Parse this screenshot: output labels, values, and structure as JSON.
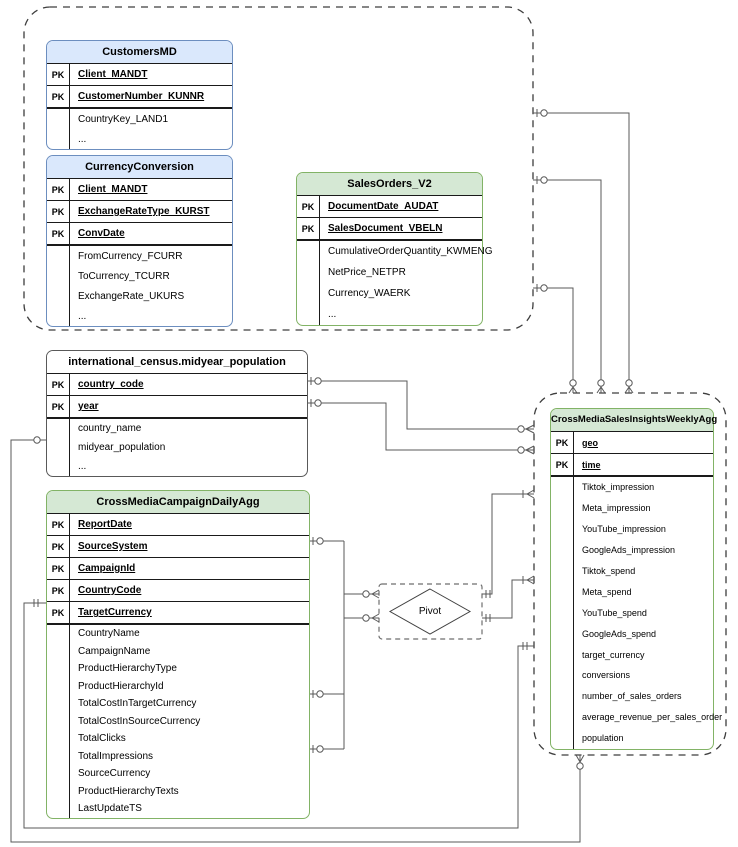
{
  "diagram": {
    "pivot_label": "Pivot",
    "colors": {
      "blue_fill": "#dae8fc",
      "blue_border": "#6c8ebf",
      "green_fill": "#d5e8d4",
      "green_border": "#82b366",
      "plain_fill": "#ffffff",
      "line": "#595959"
    },
    "tables": [
      {
        "id": "customersmd",
        "title": "CustomersMD",
        "theme": "blue",
        "pk_rows": [
          {
            "key": "PK",
            "name": "Client_MANDT"
          },
          {
            "key": "PK",
            "name": "CustomerNumber_KUNNR"
          }
        ],
        "rows": [
          "CountryKey_LAND1",
          "..."
        ]
      },
      {
        "id": "currencyconversion",
        "title": "CurrencyConversion",
        "theme": "blue",
        "pk_rows": [
          {
            "key": "PK",
            "name": "Client_MANDT"
          },
          {
            "key": "PK",
            "name": "ExchangeRateType_KURST"
          },
          {
            "key": "PK",
            "name": "ConvDate"
          }
        ],
        "rows": [
          "FromCurrency_FCURR",
          "ToCurrency_TCURR",
          "ExchangeRate_UKURS",
          "..."
        ]
      },
      {
        "id": "salesorders-v2",
        "title": "SalesOrders_V2",
        "theme": "green",
        "pk_rows": [
          {
            "key": "PK",
            "name": "DocumentDate_AUDAT"
          },
          {
            "key": "PK",
            "name": "SalesDocument_VBELN"
          }
        ],
        "rows": [
          "CumulativeOrderQuantity_KWMENG",
          "NetPrice_NETPR",
          "Currency_WAERK",
          "..."
        ]
      },
      {
        "id": "midyear-population",
        "title": "international_census.midyear_population",
        "theme": "plain",
        "pk_rows": [
          {
            "key": "PK",
            "name": "country_code"
          },
          {
            "key": "PK",
            "name": "year"
          }
        ],
        "rows": [
          "country_name",
          "midyear_population",
          "..."
        ]
      },
      {
        "id": "campaign-daily-agg",
        "title": "CrossMediaCampaignDailyAgg",
        "theme": "green",
        "pk_rows": [
          {
            "key": "PK",
            "name": "ReportDate"
          },
          {
            "key": "PK",
            "name": "SourceSystem"
          },
          {
            "key": "PK",
            "name": "CampaignId"
          },
          {
            "key": "PK",
            "name": "CountryCode"
          },
          {
            "key": "PK",
            "name": "TargetCurrency"
          }
        ],
        "rows": [
          "CountryName",
          "CampaignName",
          "ProductHierarchyType",
          "ProductHierarchyId",
          "TotalCostInTargetCurrency",
          "TotalCostInSourceCurrency",
          "TotalClicks",
          "TotalImpressions",
          "SourceCurrency",
          "ProductHierarchyTexts",
          "LastUpdateTS"
        ]
      },
      {
        "id": "sales-insights-weekly-agg",
        "title": "CrossMediaSalesInsightsWeeklyAgg",
        "theme": "green",
        "pk_rows": [
          {
            "key": "PK",
            "name": "geo"
          },
          {
            "key": "PK",
            "name": "time"
          }
        ],
        "rows": [
          "Tiktok_impression",
          "Meta_impression",
          "YouTube_impression",
          "GoogleAds_impression",
          "Tiktok_spend",
          "Meta_spend",
          "YouTube_spend",
          "GoogleAds_spend",
          "target_currency",
          "conversions",
          "number_of_sales_orders",
          "average_revenue_per_sales_order",
          "population"
        ]
      }
    ],
    "relationships": [
      {
        "from": "midyear_population.country_code",
        "to": "CrossMediaSalesInsightsWeeklyAgg",
        "from_end": "one-or-zero",
        "to_end": "zero-or-many"
      },
      {
        "from": "midyear_population.year",
        "to": "CrossMediaSalesInsightsWeeklyAgg",
        "from_end": "one-or-zero",
        "to_end": "zero-or-many"
      },
      {
        "from": "midyear_population",
        "to": "CrossMediaSalesInsightsWeeklyAgg.population",
        "from_end": "zero-or-one",
        "to_end": "zero-or-many"
      },
      {
        "from": "CrossMediaCampaignDailyAgg.SourceSystem",
        "to": "Pivot",
        "from_end": "one-or-zero",
        "to_end": "zero-or-many"
      },
      {
        "from": "CrossMediaCampaignDailyAgg.TotalCostInTargetCurrency",
        "to": "Pivot",
        "from_end": "one-or-zero",
        "to_end": "zero-or-many"
      },
      {
        "from": "CrossMediaCampaignDailyAgg.TotalImpressions",
        "to": "Pivot",
        "from_end": "one-or-zero",
        "to_end": "zero-or-many"
      },
      {
        "from": "Pivot",
        "to": "CrossMediaSalesInsightsWeeklyAgg",
        "from_end": "exactly-one",
        "to_end": "one-or-many"
      },
      {
        "from": "Pivot",
        "to": "CrossMediaSalesInsightsWeeklyAgg",
        "from_end": "exactly-one",
        "to_end": "one-or-many"
      },
      {
        "from": "CrossMediaCampaignDailyAgg.TargetCurrency",
        "to": "CrossMediaSalesInsightsWeeklyAgg.target_currency",
        "from_end": "exactly-one",
        "to_end": "exactly-one"
      },
      {
        "from": "source-systems-group",
        "to": "CrossMediaSalesInsightsWeeklyAgg",
        "from_end": "one-or-zero",
        "to_end": "zero-or-many",
        "count": 3
      }
    ]
  }
}
